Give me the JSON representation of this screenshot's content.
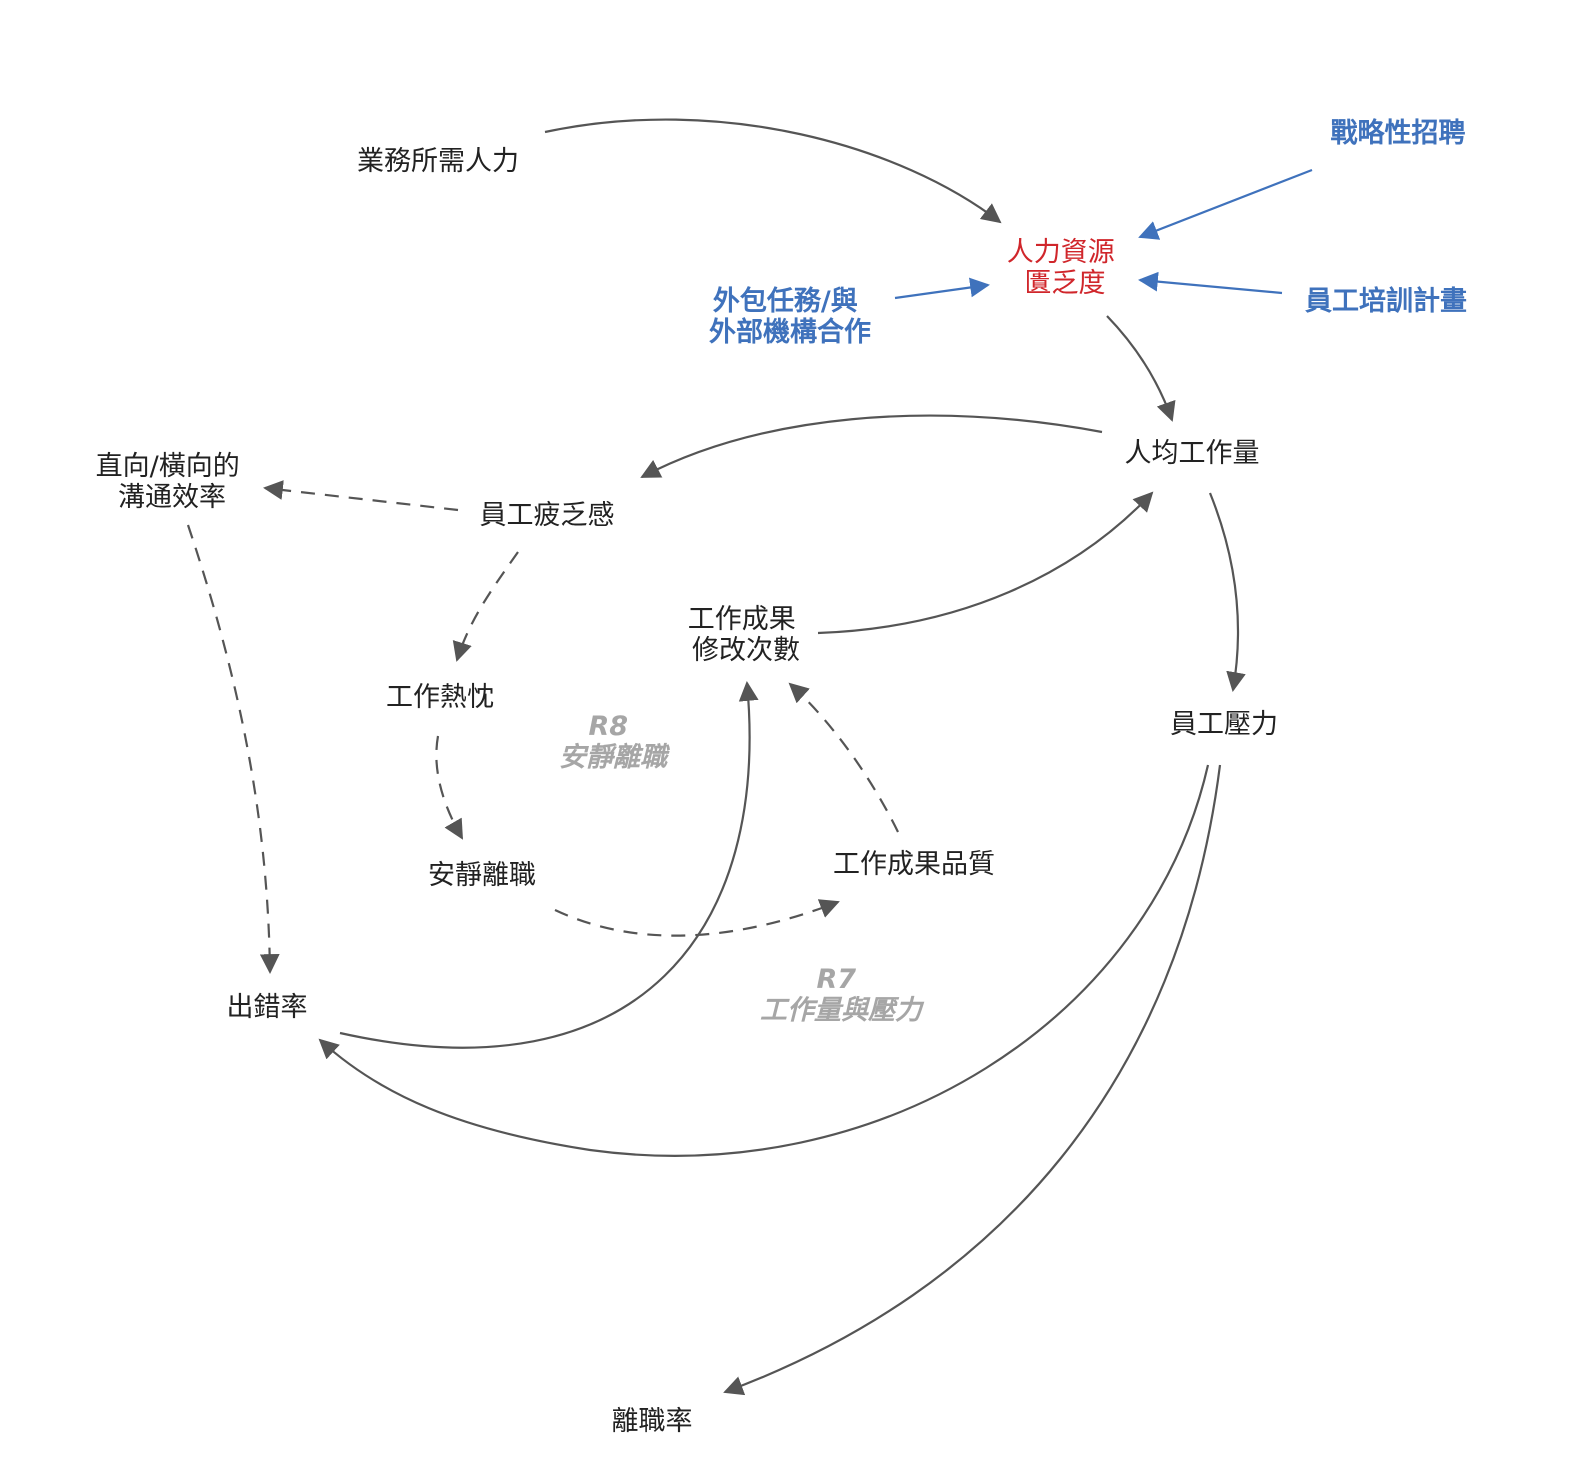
{
  "colors": {
    "node_default": "#222222",
    "node_red": "#d0262b",
    "node_blue": "#3f72bc",
    "loop_label": "#a6a6a6",
    "edge_gray": "#555555",
    "edge_blue": "#3f72bc"
  },
  "nodes": {
    "business_manpower": [
      "業務所需人力"
    ],
    "hr_shortage": [
      "人力資源",
      "匱乏度"
    ],
    "strategic_hiring": [
      "戰略性招聘"
    ],
    "outsourcing": [
      "外包任務/與",
      "外部機構合作"
    ],
    "training_program": [
      "員工培訓計畫"
    ],
    "workload_per_capita": [
      "人均工作量"
    ],
    "communication_efficiency": [
      "直向/橫向的",
      "溝通效率"
    ],
    "employee_fatigue": [
      "員工疲乏感"
    ],
    "work_revisions": [
      "工作成果",
      "修改次數"
    ],
    "work_passion": [
      "工作熱忱"
    ],
    "employee_stress": [
      "員工壓力"
    ],
    "quiet_quitting": [
      "安靜離職"
    ],
    "work_quality": [
      "工作成果品質"
    ],
    "error_rate": [
      "出錯率"
    ],
    "turnover_rate": [
      "離職率"
    ]
  },
  "loops": {
    "r8": [
      "R8",
      "安靜離職"
    ],
    "r7": [
      "R7",
      "工作量與壓力"
    ]
  },
  "edges": [
    {
      "from": "business_manpower",
      "to": "hr_shortage",
      "style": "solid"
    },
    {
      "from": "strategic_hiring",
      "to": "hr_shortage",
      "style": "blue"
    },
    {
      "from": "outsourcing",
      "to": "hr_shortage",
      "style": "blue"
    },
    {
      "from": "training_program",
      "to": "hr_shortage",
      "style": "blue"
    },
    {
      "from": "hr_shortage",
      "to": "workload_per_capita",
      "style": "solid"
    },
    {
      "from": "workload_per_capita",
      "to": "employee_fatigue",
      "style": "solid"
    },
    {
      "from": "workload_per_capita",
      "to": "employee_stress",
      "style": "solid"
    },
    {
      "from": "employee_fatigue",
      "to": "communication_efficiency",
      "style": "dashed"
    },
    {
      "from": "employee_fatigue",
      "to": "work_passion",
      "style": "dashed"
    },
    {
      "from": "communication_efficiency",
      "to": "error_rate",
      "style": "dashed"
    },
    {
      "from": "work_passion",
      "to": "quiet_quitting",
      "style": "dashed"
    },
    {
      "from": "quiet_quitting",
      "to": "work_quality",
      "style": "dashed"
    },
    {
      "from": "work_quality",
      "to": "work_revisions",
      "style": "dashed"
    },
    {
      "from": "error_rate",
      "to": "work_revisions",
      "style": "solid"
    },
    {
      "from": "work_revisions",
      "to": "workload_per_capita",
      "style": "solid"
    },
    {
      "from": "employee_stress",
      "to": "error_rate",
      "style": "solid"
    },
    {
      "from": "employee_stress",
      "to": "turnover_rate",
      "style": "solid"
    }
  ]
}
